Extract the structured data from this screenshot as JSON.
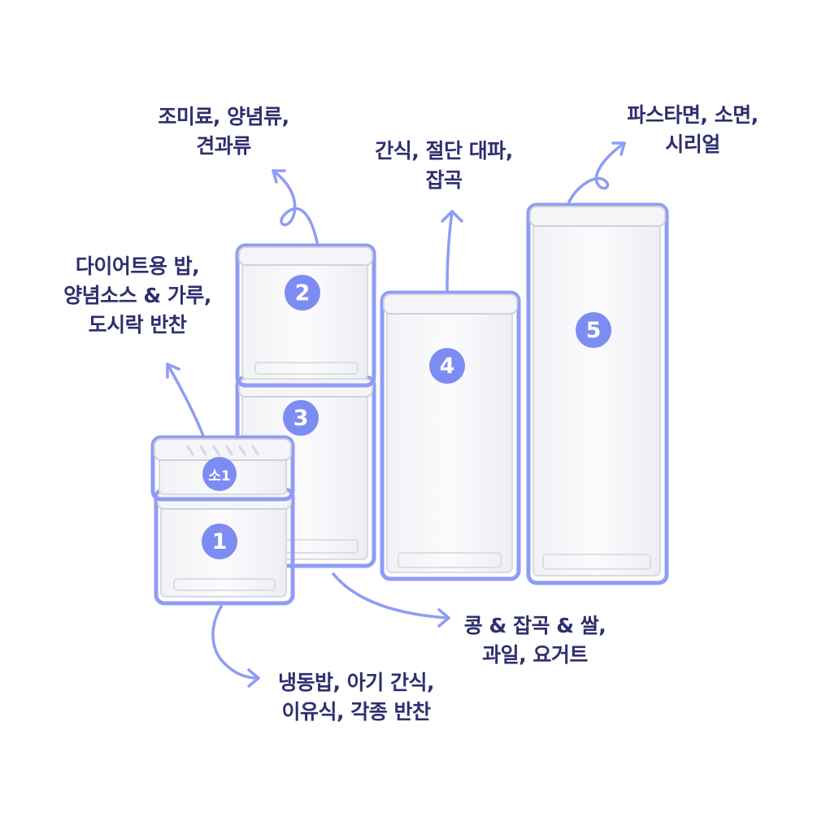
{
  "colors": {
    "accent": "#7d8cf2",
    "text": "#2d2f6e",
    "outline": "#8f9cf5"
  },
  "containers": [
    {
      "id": "so1",
      "badge": "소1"
    },
    {
      "id": "c1",
      "badge": "1"
    },
    {
      "id": "c2",
      "badge": "2"
    },
    {
      "id": "c3",
      "badge": "3"
    },
    {
      "id": "c4",
      "badge": "4"
    },
    {
      "id": "c5",
      "badge": "5"
    }
  ],
  "labels": {
    "seasoning": [
      "조미료, 양념류,",
      "견과류"
    ],
    "diet": [
      "다이어트용 밥,",
      "양념소스 & 가루,",
      "도시락 반찬"
    ],
    "snack": [
      "간식, 절단 대파,",
      "잡곡"
    ],
    "pasta": [
      "파스타면, 소면,",
      "시리얼"
    ],
    "beans": [
      "콩 & 잡곡 & 쌀,",
      "과일, 요거트"
    ],
    "frozen": [
      "냉동밥, 아기 간식,",
      "이유식, 각종 반찬"
    ]
  }
}
